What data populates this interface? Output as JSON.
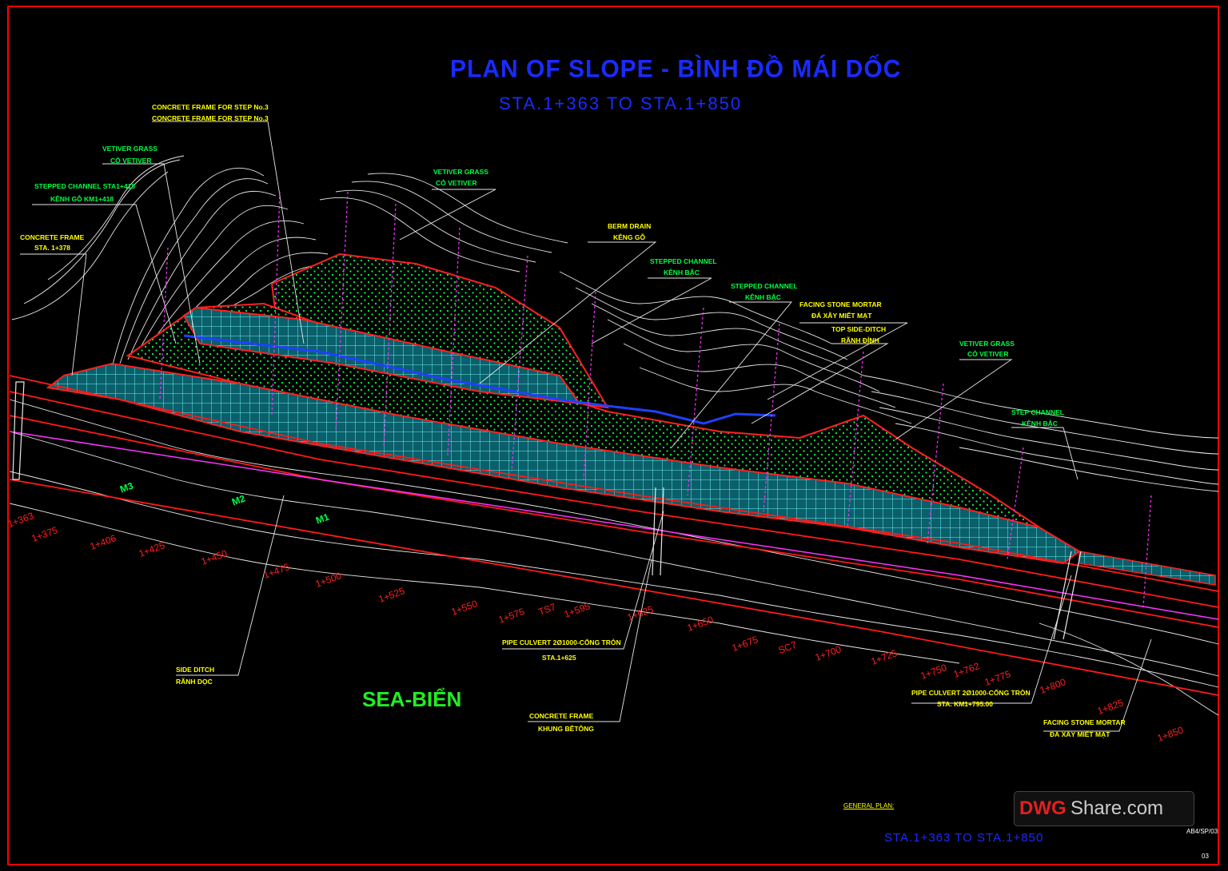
{
  "title": "PLAN OF SLOPE - BÌNH ĐỒ MÁI DỐC",
  "subtitle": "STA.1+363  TO  STA.1+850",
  "labels": {
    "cf_step3_a": "CONCRETE FRAME FOR STEP No.3",
    "cf_step3_b": "CONCRETE FRAME FOR STEP No.3",
    "vetiver1_a": "VETIVER GRASS",
    "vetiver1_b": "CỎ VETIVER",
    "stepped418_a": "STEPPED CHANNEL STA1+418",
    "stepped418_b": "KÊNH GỖ KM1+418",
    "cf378_a": "CONCRETE FRAME",
    "cf378_b": "STA. 1+378",
    "vetiver2_a": "VETIVER GRASS",
    "vetiver2_b": "CỎ VETIVER",
    "berm_a": "BERM DRAIN",
    "berm_b": "KÊNG GỖ",
    "stepped1_a": "STEPPED CHANNEL",
    "stepped1_b": "KÊNH BẬC",
    "stepped2_a": "STEPPED CHANNEL",
    "stepped2_b": "KÊNH BẬC",
    "facing1_a": "FACING STONE MORTAR",
    "facing1_b": "ĐÁ XÂY MIẾT MẠT",
    "topditch_a": "TOP SIDE-DITCH",
    "topditch_b": "RÃNH ĐỈNH",
    "vetiver3_a": "VETIVER GRASS",
    "vetiver3_b": "CỎ VETIVER",
    "step_ch_a": "STEP CHANNEL",
    "step_ch_b": "KÊNH BẬC",
    "side_ditch_a": "SIDE DITCH",
    "side_ditch_b": "RÃNH DỌC",
    "pipe1_a": "PIPE CULVERT 2Ø1000-CỐNG TRÒN",
    "pipe1_b": "STA.1+625",
    "cframe_a": "CONCRETE FRAME",
    "cframe_b": "KHUNG BÊTÔNG",
    "pipe2_a": "PIPE CULVERT 2Ø1000-CỐNG TRÒN",
    "pipe2_b": "STA. KM1+795.00",
    "facing2_a": "FACING STONE MORTAR",
    "facing2_b": "ĐÁ XÂY MIẾT MẠT",
    "m3": "M3",
    "m2": "M2",
    "m1": "M1",
    "ts7": "TS7",
    "sc7": "SC7"
  },
  "stations": [
    "1+363",
    "1+375",
    "1+406",
    "1+425",
    "1+450",
    "1+475",
    "1+500",
    "1+525",
    "1+550",
    "1+575",
    "1+595",
    "1+625",
    "1+650",
    "1+675",
    "1+700",
    "1+725",
    "1+750",
    "1+762",
    "1+775",
    "1+800",
    "1+825",
    "1+850"
  ],
  "sea": "SEA-BIỂN",
  "general_plan": "GENERAL  PLAN:",
  "general_sta": "STA.1+363  TO  STA.1+850",
  "sheet_code": "AB4/SP/03",
  "sheet_no": "03",
  "watermark": {
    "part1": "DWG",
    "part2": "Share.com"
  },
  "colors": {
    "frame": "#ff0000",
    "title": "#1a2bff",
    "label": "#ffff00",
    "station": "#ff2020",
    "mesh": "#40e0e0",
    "grass": "#00ff44",
    "contour": "#ffffff"
  }
}
